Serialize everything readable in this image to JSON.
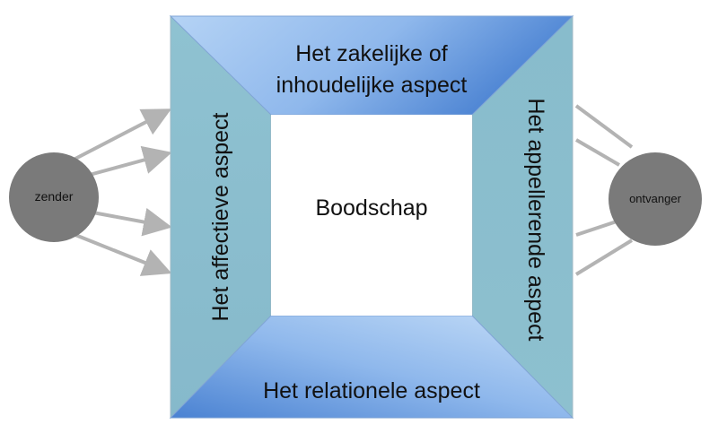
{
  "sender": {
    "label": "zender"
  },
  "receiver": {
    "label": "ontvanger"
  },
  "message": {
    "label": "Boodschap"
  },
  "aspects": {
    "top": {
      "line1": "Het zakelijke of",
      "line2": "inhoudelijke aspect"
    },
    "left": {
      "label": "Het affectieve aspect"
    },
    "right": {
      "label": "Het appellerende aspect"
    },
    "bottom": {
      "label": "Het relationele aspect"
    }
  },
  "colors": {
    "node": "#7a7a7a",
    "arrow": "#b3b3b3",
    "side_panel": "#8fbfcf",
    "top_bottom_panel_light": "#a9ccf2",
    "top_bottom_panel_dark": "#4f86d4",
    "center": "#ffffff"
  }
}
